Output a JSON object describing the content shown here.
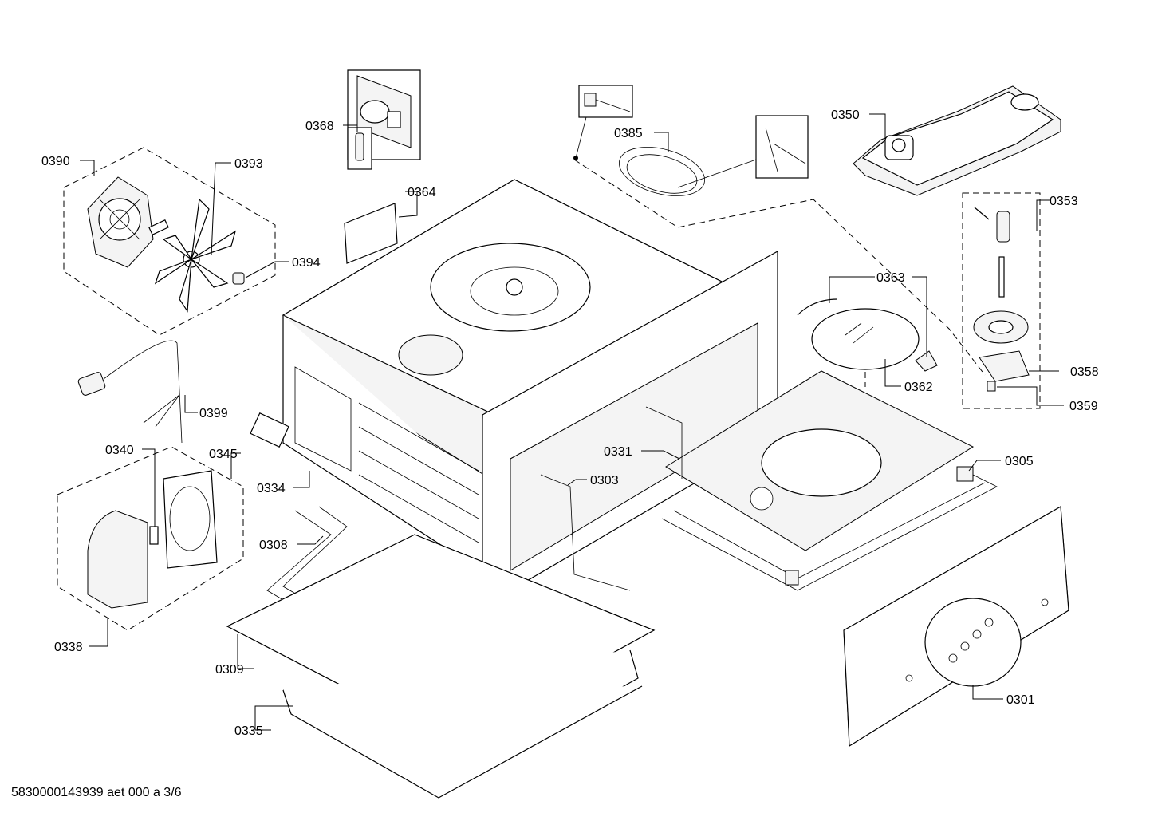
{
  "document_code": "5830000143939 aet 000 a 3/6",
  "callouts": {
    "p0390": "0390",
    "p0393": "0393",
    "p0394": "0394",
    "p0368": "0368",
    "p0364": "0364",
    "p0385": "0385",
    "p0350": "0350",
    "p0353": "0353",
    "p0363": "0363",
    "p0358": "0358",
    "p0362": "0362",
    "p0359": "0359",
    "p0399": "0399",
    "p0340": "0340",
    "p0345": "0345",
    "p0334": "0334",
    "p0331": "0331",
    "p0303": "0303",
    "p0305": "0305",
    "p0308": "0308",
    "p0338": "0338",
    "p0309": "0309",
    "p0335": "0335",
    "p0301": "0301"
  }
}
